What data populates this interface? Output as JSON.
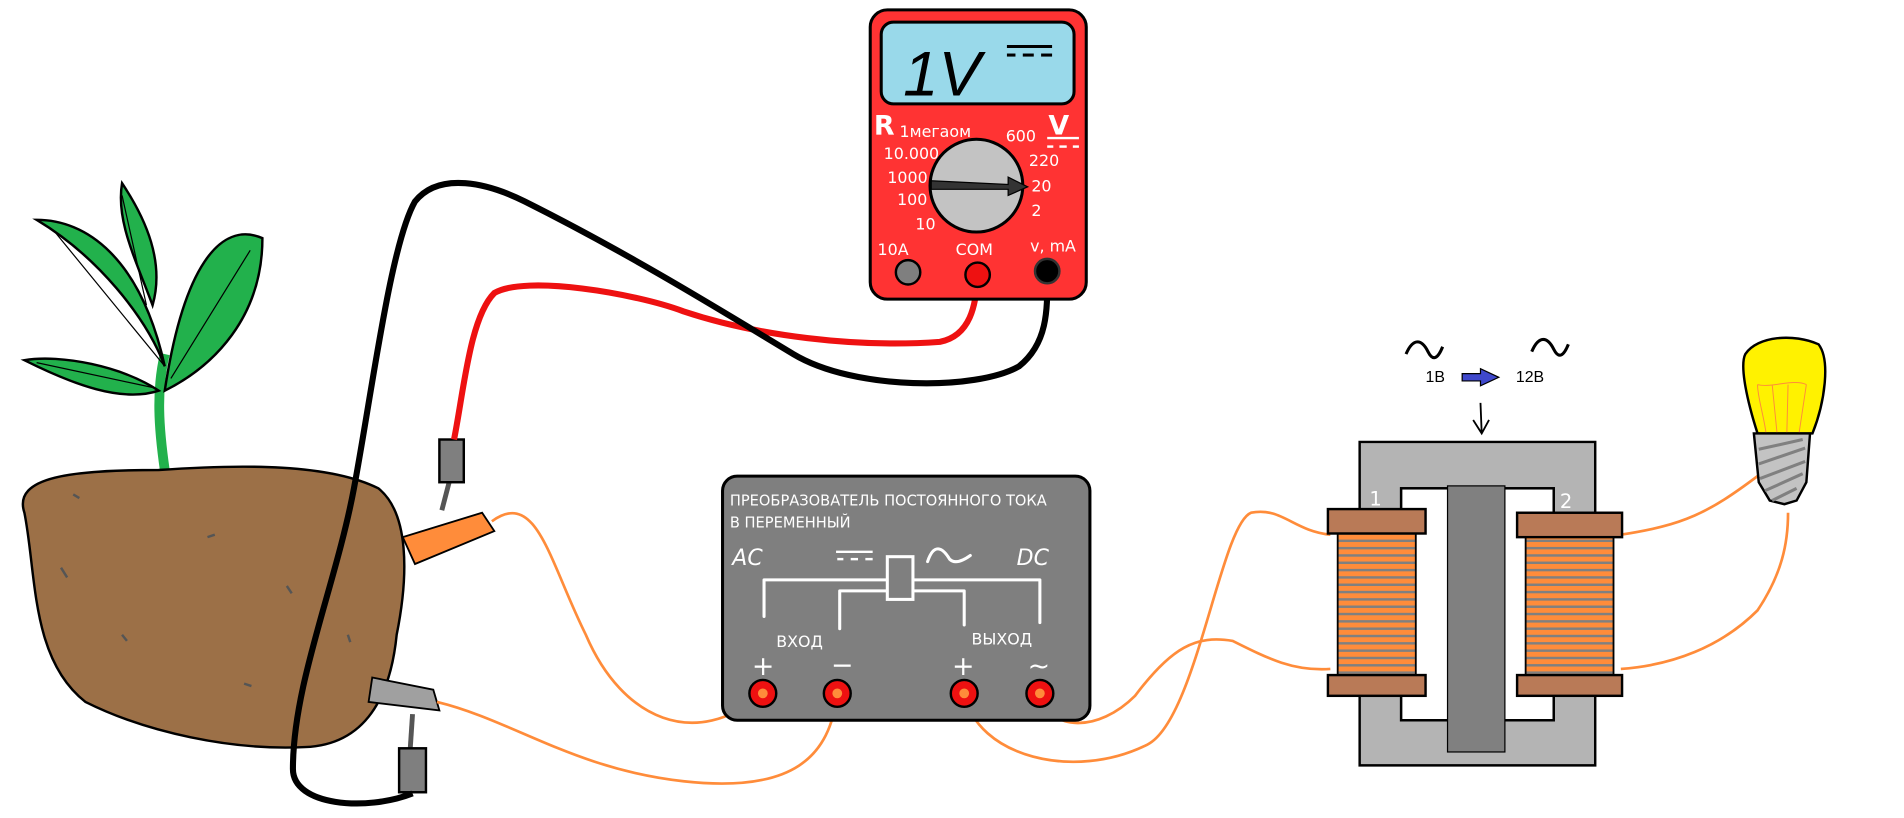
{
  "multimeter": {
    "display": "1V",
    "resistance_symbol": "R",
    "resistance_ranges": [
      "1мегаом",
      "10.000",
      "1000",
      "100",
      "10"
    ],
    "voltage_symbol": "V",
    "voltage_ranges": [
      "600",
      "220",
      "20",
      "2"
    ],
    "ports": [
      "10A",
      "COM",
      "v, mA"
    ],
    "selected_range": "20",
    "body_color": "#ff3333",
    "screen_color": "#99d9ea"
  },
  "converter": {
    "title_line1": "ПРЕОБРАЗОВАТЕЛЬ ПОСТОЯННОГО ТОКА",
    "title_line2": "В ПЕРЕМЕННЫЙ",
    "left_label": "AC",
    "right_label": "DC",
    "input_label": "ВХОД",
    "output_label": "ВЫХОД",
    "input_plus": "+",
    "input_minus": "−",
    "output_plus": "+",
    "output_minus": "~"
  },
  "transformer": {
    "coil1_label": "1",
    "coil2_label": "2",
    "input_voltage": "1B",
    "output_voltage": "12B"
  },
  "colors": {
    "potato": "#9c7047",
    "leaf": "#22b14c",
    "wire_copper": "#ff8c3a",
    "wire_red": "#ee1111",
    "wire_black": "#000000",
    "lamp": "#fff200",
    "core": "#b4b4b4",
    "coil_cap": "#b97a57"
  }
}
